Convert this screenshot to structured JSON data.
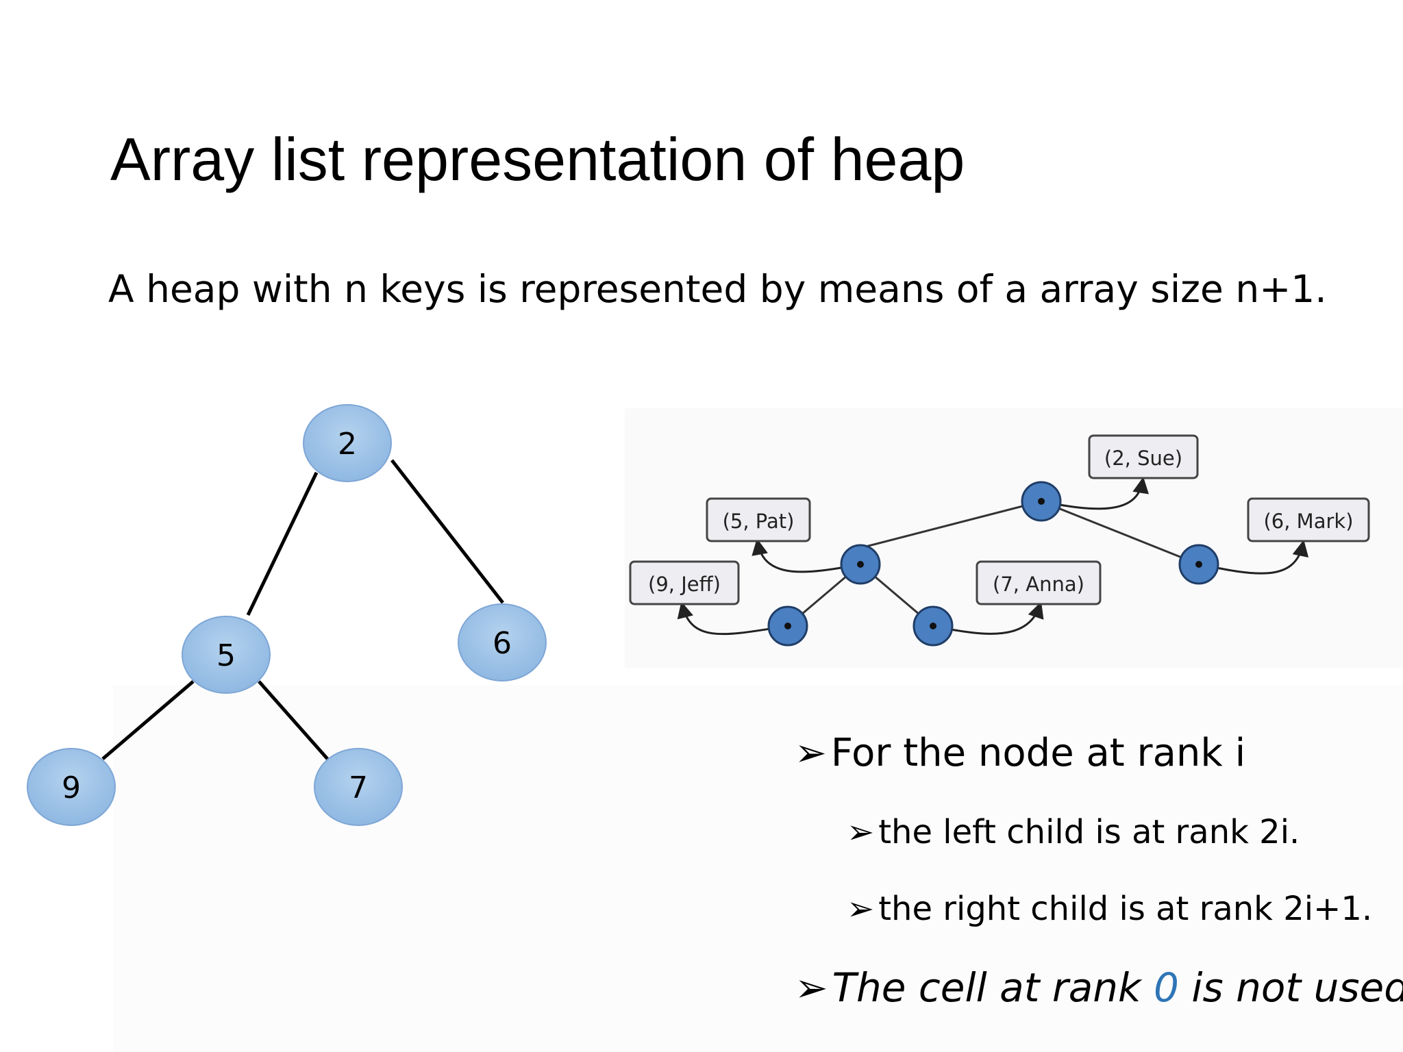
{
  "slide": {
    "title": "Array list representation of heap",
    "subtitle": "A heap with n keys is represented by means of a array size n+1."
  },
  "tree": {
    "nodes": [
      "2",
      "5",
      "6",
      "9",
      "7"
    ]
  },
  "linked_tree": {
    "entries": [
      "(2, Sue)",
      "(5, Pat)",
      "(6, Mark)",
      "(9, Jeff)",
      "(7, Anna)"
    ]
  },
  "bullets": {
    "marker": "➢",
    "rank_node": "For the node at rank i",
    "left_child": "the left child is at rank 2i.",
    "right_child": "the right child is at rank 2i+1.",
    "cell_unused_prefix": "The cell at rank ",
    "cell_unused_zero": "0",
    "cell_unused_suffix": " is not used"
  },
  "colors": {
    "tree_node_fill": "#9dc3e6",
    "tree_node_stroke": "#7ea6d6",
    "linked_node_fill": "#4a7fc1",
    "linked_node_stroke": "#1f3d66",
    "entry_box_fill": "#eeeef2",
    "highlight": "#2e75b6"
  }
}
